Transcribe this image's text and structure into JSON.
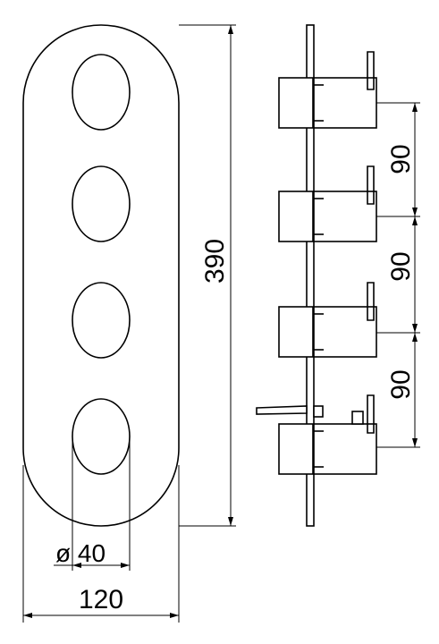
{
  "dimensions": {
    "overall_height": "390",
    "spacing_1": "90",
    "spacing_2": "90",
    "spacing_3": "90",
    "hole_diameter": "ø 40",
    "overall_width": "120"
  },
  "colors": {
    "line": "#000000",
    "background": "#ffffff"
  }
}
